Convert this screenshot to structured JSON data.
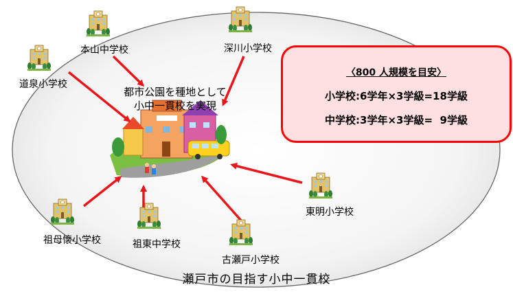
{
  "center_caption": {
    "line1": "都市公園を種地として",
    "line2": "小中一貫校を実現"
  },
  "schools": {
    "motoyama": "本山中学校",
    "fukagawa": "深川小学校",
    "dosen": "道泉小学校",
    "tomei": "東明小学校",
    "sobokai": "祖母懐小学校",
    "soto": "祖東中学校",
    "kosetobe": "古瀬戸小学校"
  },
  "goal_box": {
    "title": "〈800 人規模を目安〉",
    "elementary": "小学校:6学年×3学級=18学級",
    "junior_high": "中学校:3学年×3学級=  9学級"
  },
  "caption": "瀬戸市の目指す小中一貫校",
  "colors": {
    "arrow": "#e8151b",
    "goal_border": "#ff0000",
    "goal_fill": "#ffe0e0",
    "ellipse_fill": "#eeeeee",
    "ellipse_stroke": "#666666",
    "building": "#e2c36a",
    "tree": "#2e7d32"
  }
}
